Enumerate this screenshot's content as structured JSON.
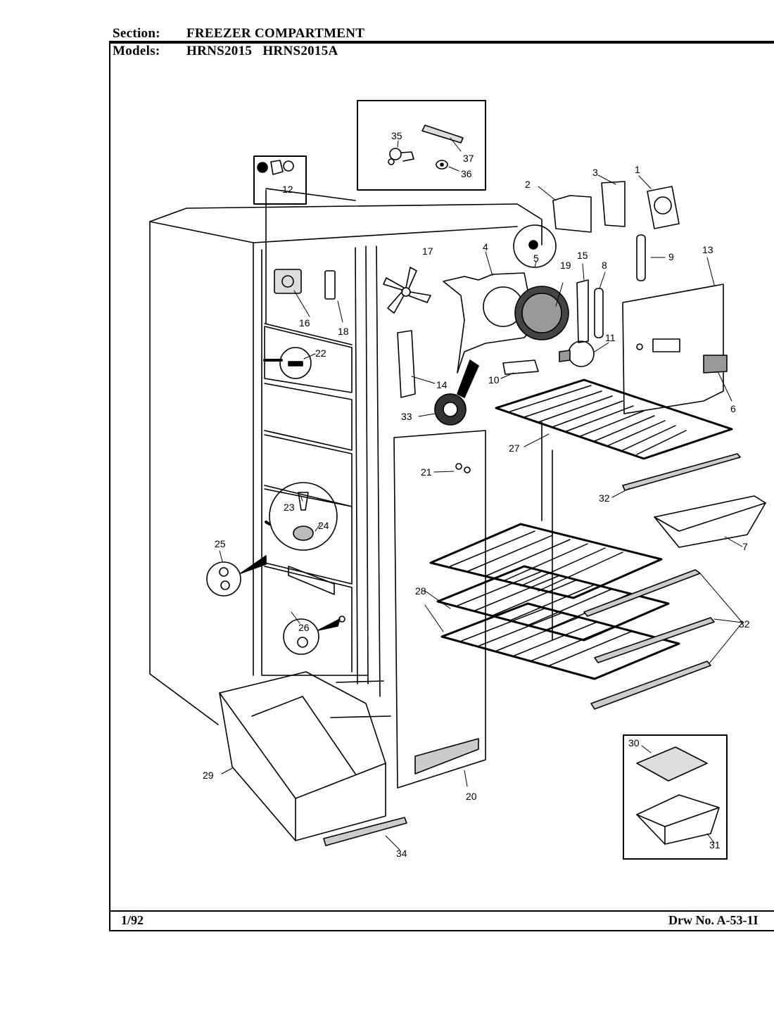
{
  "header": {
    "section_label": "Section:",
    "section_value": "FREEZER COMPARTMENT",
    "models_label": "Models:",
    "models_value": "HRNS2015   HRNS2015A"
  },
  "footer": {
    "date": "1/92",
    "drawing_no": "Drw No. A-53-1I"
  },
  "callouts": {
    "c1": "1",
    "c2": "2",
    "c3": "3",
    "c4": "4",
    "c5": "5",
    "c6": "6",
    "c7": "7",
    "c8": "8",
    "c9": "9",
    "c10": "10",
    "c11": "11",
    "c12": "12",
    "c13": "13",
    "c14": "14",
    "c15": "15",
    "c16": "16",
    "c17": "17",
    "c18": "18",
    "c19": "19",
    "c20": "20",
    "c21": "21",
    "c22": "22",
    "c23": "23",
    "c24": "24",
    "c25": "25",
    "c26": "26",
    "c27": "27",
    "c28": "28",
    "c29": "29",
    "c30": "30",
    "c31": "31",
    "c32a": "32",
    "c32b": "32",
    "c33": "33",
    "c34": "34",
    "c35": "35",
    "c36": "36",
    "c37": "37"
  }
}
